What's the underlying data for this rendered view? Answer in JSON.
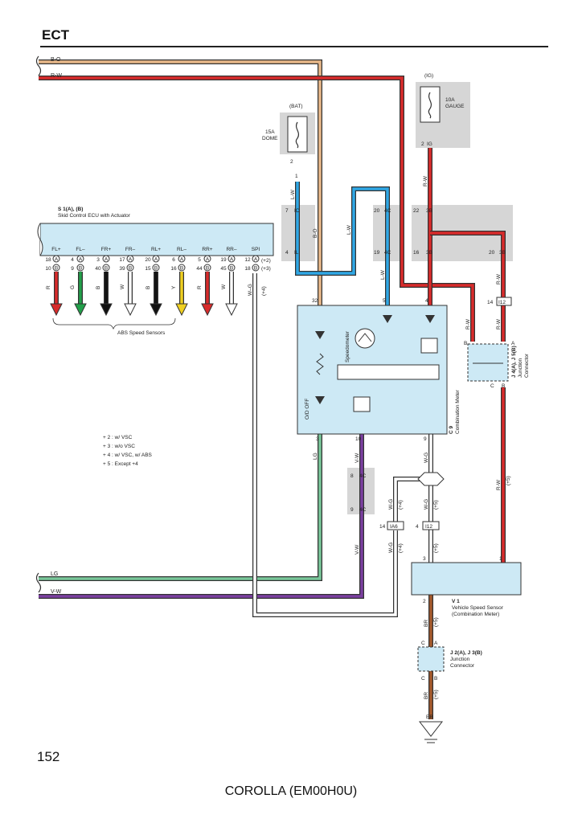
{
  "header": {
    "section_title": "ECT"
  },
  "page": {
    "number": "152",
    "footer": "COROLLA (EM00H0U)"
  },
  "colors": {
    "B-O": "#e9b98a",
    "R-W": "#d92b2b",
    "L-W": "#2fa8e6",
    "LG": "#79c79a",
    "V-W": "#7b3fa0",
    "W-G": "#6fbf86",
    "BR": "#a65a2c",
    "box_fill": "#cde9f5",
    "shade": "#d4d4d4"
  },
  "wires": {
    "bo_top": "B-O",
    "rw_top": "R-W",
    "lg_bottom": "LG",
    "vw_bottom": "V-W",
    "lw_left": "L-W",
    "bo_vert": "B-O",
    "lw_mid": "L-W",
    "lw_low": "L-W",
    "rw_gauge": "R-W",
    "rw_a": "R-W",
    "rw_b": "R-W",
    "rw_c": "R-W",
    "rw_long": "R-W",
    "lg_ecu": "LG",
    "vw_ecu": "V-W",
    "vw_low": "V-W",
    "wg_ecu": "W-G",
    "wg_1": "W-G",
    "wg_2": "W-G",
    "wg_3": "W-G",
    "br_1": "BR",
    "br_2": "BR"
  },
  "fuses": {
    "gauge": {
      "source": "(IG)",
      "rating": "10A",
      "name": "GAUGE",
      "pin": "2",
      "conn": "IG"
    },
    "dome": {
      "source": "(BAT)",
      "rating": "15A",
      "name": "DOME",
      "pin": "2",
      "conn": "1"
    }
  },
  "ecu": {
    "id": "S 1(A), (B)",
    "name": "Skid Control ECU with Actuator",
    "terminals": [
      "FL+",
      "FL–",
      "FR+",
      "FR–",
      "RL+",
      "RL–",
      "RR+",
      "RR–",
      "SPI"
    ],
    "pins_a": [
      "18",
      "4",
      "3",
      "17",
      "20",
      "6",
      "5",
      "19",
      "12"
    ],
    "pins_b": [
      "10",
      "9",
      "40",
      "39",
      "15",
      "16",
      "44",
      "45",
      "18"
    ],
    "conn_a": "A",
    "conn_b": "B",
    "notes": [
      "(+2)",
      "(+3)"
    ],
    "sensor_wires": [
      "R",
      "G",
      "B",
      "W",
      "B",
      "Y",
      "R",
      "W"
    ],
    "spi_wire": "W–G",
    "spi_note": "(+4)",
    "sensors_label": "ABS Speed Sensors"
  },
  "notes": [
    "+ 2 : w/ VSC",
    "+ 3 : w/o VSC",
    "+ 4 : w/ VSC,  w/ ABS",
    "+ 5 : Except +4"
  ],
  "junctions": {
    "ic": {
      "top": "7",
      "top_conn": "IC",
      "bottom": "4",
      "bottom_conn": "IL"
    },
    "jj4c_top": {
      "left": "20",
      "left_conn": "4C",
      "right": "19",
      "right_conn": "4C"
    },
    "jj3b": {
      "p22": "22",
      "c22": "3B",
      "p16": "16",
      "c16": "3B",
      "p20": "20",
      "c20": "3B"
    },
    "i12": {
      "pin": "14",
      "conn": "I12"
    },
    "jj4c_low": {
      "top": "8",
      "top_conn": "4C",
      "bottom": "9",
      "bottom_conn": "4C"
    },
    "ia6": {
      "pin": "14",
      "conn": "IA6"
    },
    "i12b": {
      "pin": "4",
      "conn": "I12"
    },
    "eb": "EB"
  },
  "meter": {
    "id": "C 9",
    "name": "Combination Meter",
    "speedometer": "Speedometer",
    "od_off": "O/D OFF",
    "pins_top": [
      "32",
      "5",
      "4"
    ],
    "pins_bottom": [
      "3",
      "10",
      "9"
    ]
  },
  "jc4": {
    "id": "J 4(A), J 5(B)",
    "name1": "Junction",
    "name2": "Connector",
    "pins": [
      "B",
      "A",
      "C",
      "B"
    ]
  },
  "sensor": {
    "id": "V 1",
    "name": "Vehicle Speed Sensor",
    "sub": "(Combination Meter)",
    "pins": [
      "3",
      "1",
      "2"
    ]
  },
  "jc2": {
    "id": "J 2(A), J 3(B)",
    "name1": "Junction",
    "name2": "Connector",
    "pins": [
      "C",
      "A",
      "C",
      "B"
    ]
  },
  "wire_notes": {
    "n4": "(+4)",
    "n5": "(+5)"
  }
}
